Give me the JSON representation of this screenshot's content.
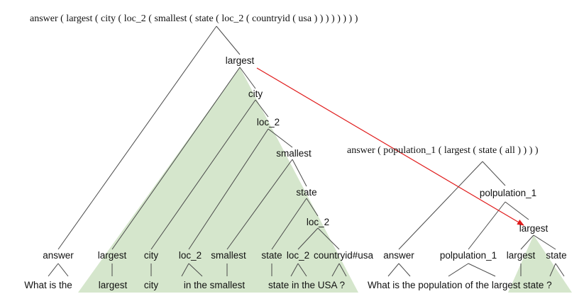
{
  "left_tree": {
    "logical_form": "answer ( largest ( city ( loc_2 ( smallest ( state ( loc_2 ( countryid ( usa ) ) ) ) ) ) ) )",
    "nodes": {
      "largest": "largest",
      "city": "city",
      "loc_2_a": "loc_2",
      "smallest": "smallest",
      "state": "state",
      "loc_2_b": "loc_2"
    },
    "leaf_labels": [
      "answer",
      "largest",
      "city",
      "loc_2",
      "smallest",
      "state",
      "loc_2",
      "countryid#usa"
    ],
    "words": [
      "What is the",
      "largest",
      "city",
      "in the smallest",
      "state in the USA ?"
    ]
  },
  "right_tree": {
    "logical_form": "answer ( population_1 ( largest ( state ( all ) ) ) )",
    "nodes": {
      "polpulation": "polpulation_1",
      "largest": "largest"
    },
    "leaf_labels": [
      "answer",
      "polpulation_1",
      "largest",
      "state"
    ],
    "sentence": "What is the population of the largest state ?"
  },
  "colors": {
    "highlight": "#d5e6cc",
    "arrow": "#e01b1b",
    "edge": "#4a4a4a"
  }
}
